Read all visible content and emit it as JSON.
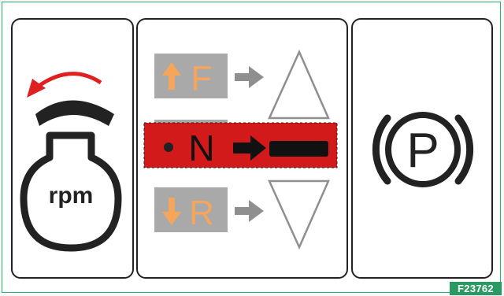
{
  "panels": {
    "rpm": {
      "label": "rpm"
    },
    "shift": {
      "forward_letter": "F",
      "neutral_letter": "N",
      "reverse_letter": "R"
    },
    "park": {
      "letter": "P"
    }
  },
  "figure_code": "F23762",
  "colors": {
    "border_green": "#2fae72",
    "badge_green": "#2a9a62",
    "neutral_red": "#d21a1a",
    "arrow_red": "#e02020",
    "letter_orange": "#f5a65b",
    "box_gray": "#a9a9a9",
    "outline_gray": "#8f8f8f"
  },
  "icons": [
    "curved-arrow-icon",
    "throttle-arc-icon",
    "engine-knob-icon",
    "up-arrow-icon",
    "down-arrow-icon",
    "right-arrow-icon",
    "triangle-up-icon",
    "triangle-down-icon",
    "parking-brake-icon"
  ]
}
